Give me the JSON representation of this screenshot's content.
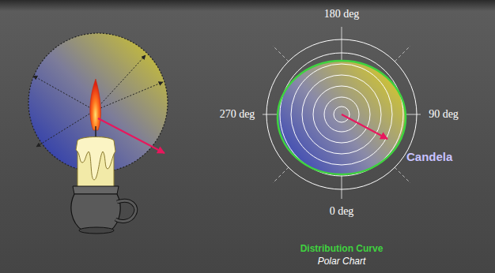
{
  "diagram": {
    "labels": [
      "180 deg",
      "270 deg",
      "90 deg",
      "Candela",
      "0 deg",
      "Distribution Curve",
      "Polar Chart"
    ]
  }
}
